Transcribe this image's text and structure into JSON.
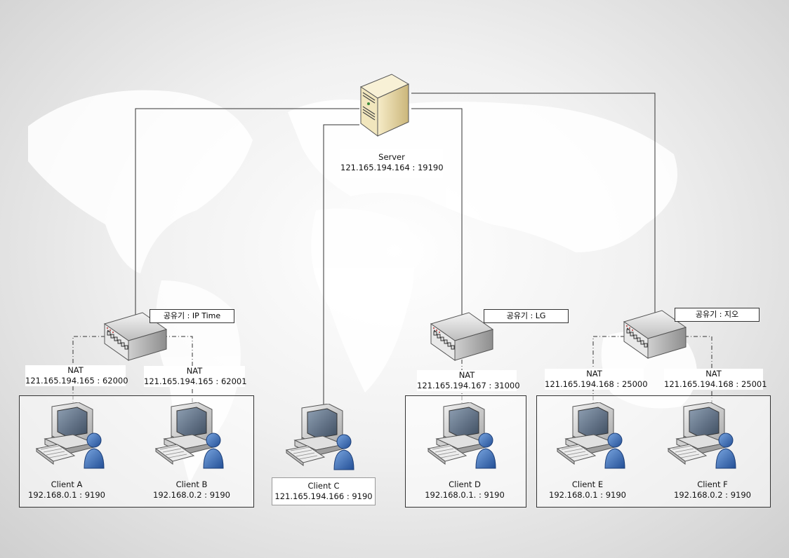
{
  "server": {
    "name": "Server",
    "address": "121.165.194.164 : 19190"
  },
  "routers": [
    {
      "label": "공유기 : IP Time"
    },
    {
      "label": "공유기 : LG"
    },
    {
      "label": "공유기 : 지오"
    }
  ],
  "nat": [
    {
      "title": "NAT",
      "address": "121.165.194.165 : 62000"
    },
    {
      "title": "NAT",
      "address": "121.165.194.165 : 62001"
    },
    {
      "title": "NAT",
      "address": "121.165.194.167 : 31000"
    },
    {
      "title": "NAT",
      "address": "121.165.194.168 : 25000"
    },
    {
      "title": "NAT",
      "address": "121.165.194.168 : 25001"
    }
  ],
  "clients": [
    {
      "name": "Client A",
      "address": "192.168.0.1 : 9190"
    },
    {
      "name": "Client B",
      "address": "192.168.0.2 : 9190"
    },
    {
      "name": "Client C",
      "address": "121.165.194.166 : 9190"
    },
    {
      "name": "Client D",
      "address": "192.168.0.1. : 9190"
    },
    {
      "name": "Client E",
      "address": "192.168.0.1 : 9190"
    },
    {
      "name": "Client F",
      "address": "192.168.0.2 : 9190"
    }
  ],
  "colors": {
    "wire": "#333333",
    "map": "#ffffff",
    "router_body": "#d9d9d9",
    "server_body": "#e8d9a8",
    "user": "#3d6fb8"
  }
}
